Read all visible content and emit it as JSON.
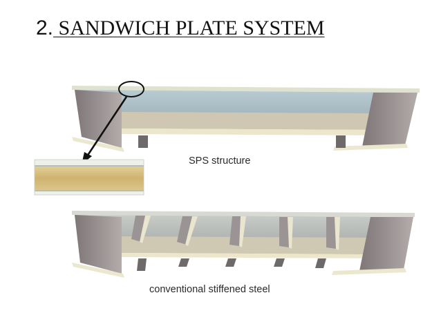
{
  "slide": {
    "title_number": "2.",
    "title_text": " SANDWICH PLATE SYSTEM",
    "caption_sps": "SPS structure",
    "caption_conventional": "conventional stiffened steel"
  },
  "colors": {
    "steel_top": "#d9ddd3",
    "deck_underside": "#a9bcc4",
    "web": "#9b9292",
    "flange": "#ece8cf",
    "core": "#d6be84",
    "callout": "#111111"
  }
}
